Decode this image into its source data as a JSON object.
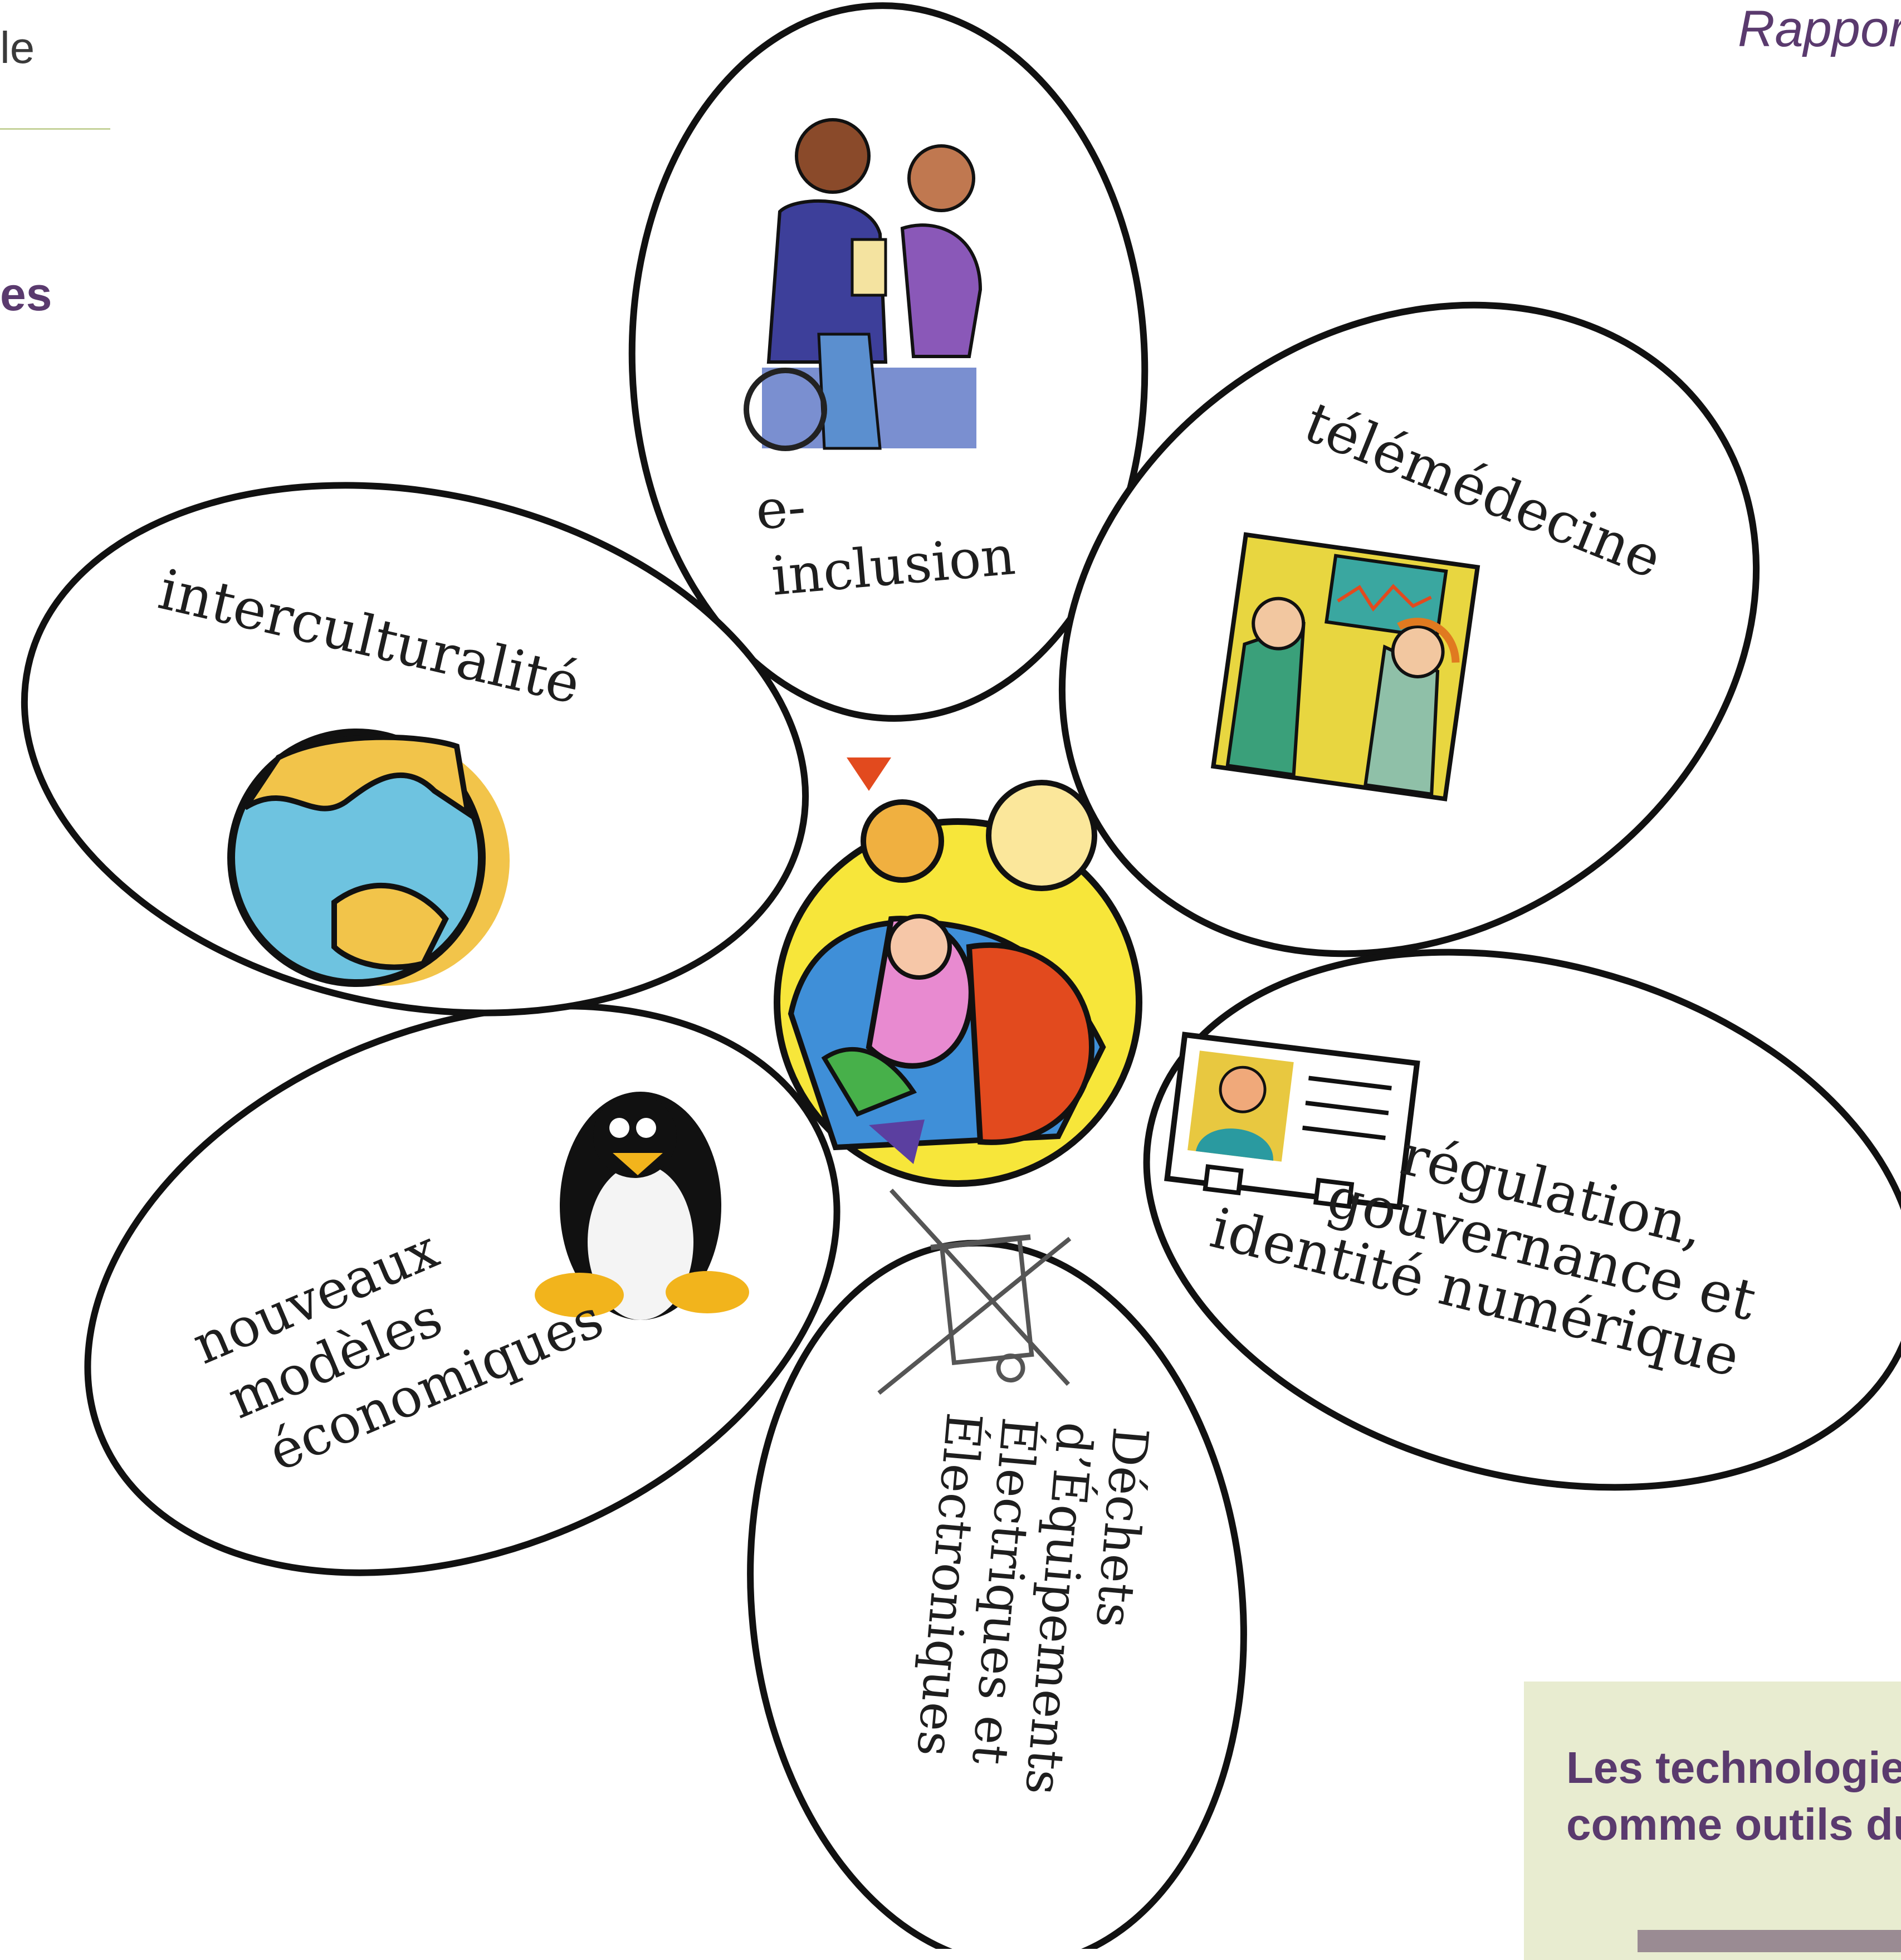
{
  "header": {
    "left_fragment": "le",
    "left_title_fragment": "es",
    "right_title": "Rapport"
  },
  "petals": {
    "inclusion": [
      "e-",
      "inclusion"
    ],
    "telemedecine": [
      "télémédecine"
    ],
    "regulation": [
      "régulation,",
      "gouvernance et",
      "identité numérique"
    ],
    "deee": [
      "Déchets",
      "d’Équipements",
      "Électriques et",
      "Électroniques"
    ],
    "modeles": [
      "nouveaux",
      "modèles",
      "économiques"
    ],
    "interculturalite": [
      "interculturalité"
    ]
  },
  "caption_box": {
    "line1": "Les technologies",
    "line2": "comme outils du"
  },
  "colors": {
    "accent_purple": "#5a3a6e",
    "box_background": "#e8ecd0",
    "rule": "#c5d29a"
  },
  "icons": [
    "wheelchair-couple-icon",
    "doctors-monitor-icon",
    "id-card-icon",
    "crossed-bin-icon",
    "penguin-icon",
    "globe-icon",
    "family-center-icon"
  ]
}
